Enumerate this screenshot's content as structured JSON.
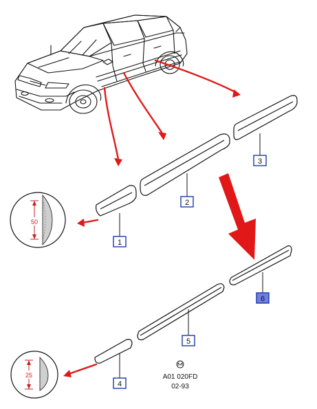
{
  "callouts": [
    {
      "id": "c1",
      "label": "1",
      "highlighted": false
    },
    {
      "id": "c2",
      "label": "2",
      "highlighted": false
    },
    {
      "id": "c3",
      "label": "3",
      "highlighted": false
    },
    {
      "id": "c4",
      "label": "4",
      "highlighted": false
    },
    {
      "id": "c5",
      "label": "5",
      "highlighted": false
    },
    {
      "id": "c6",
      "label": "6",
      "highlighted": true
    }
  ],
  "profile_top": {
    "dimension": "50"
  },
  "profile_bottom": {
    "dimension": "25"
  },
  "catalog": {
    "code": "A01 020FD",
    "date": "02-93"
  },
  "colors": {
    "line": "#111111",
    "callout_border": "#1a3aa8",
    "callout_highlight_fill": "#6f7fe6",
    "arrow_red": "#e01818",
    "dimension_red": "#c82020"
  }
}
